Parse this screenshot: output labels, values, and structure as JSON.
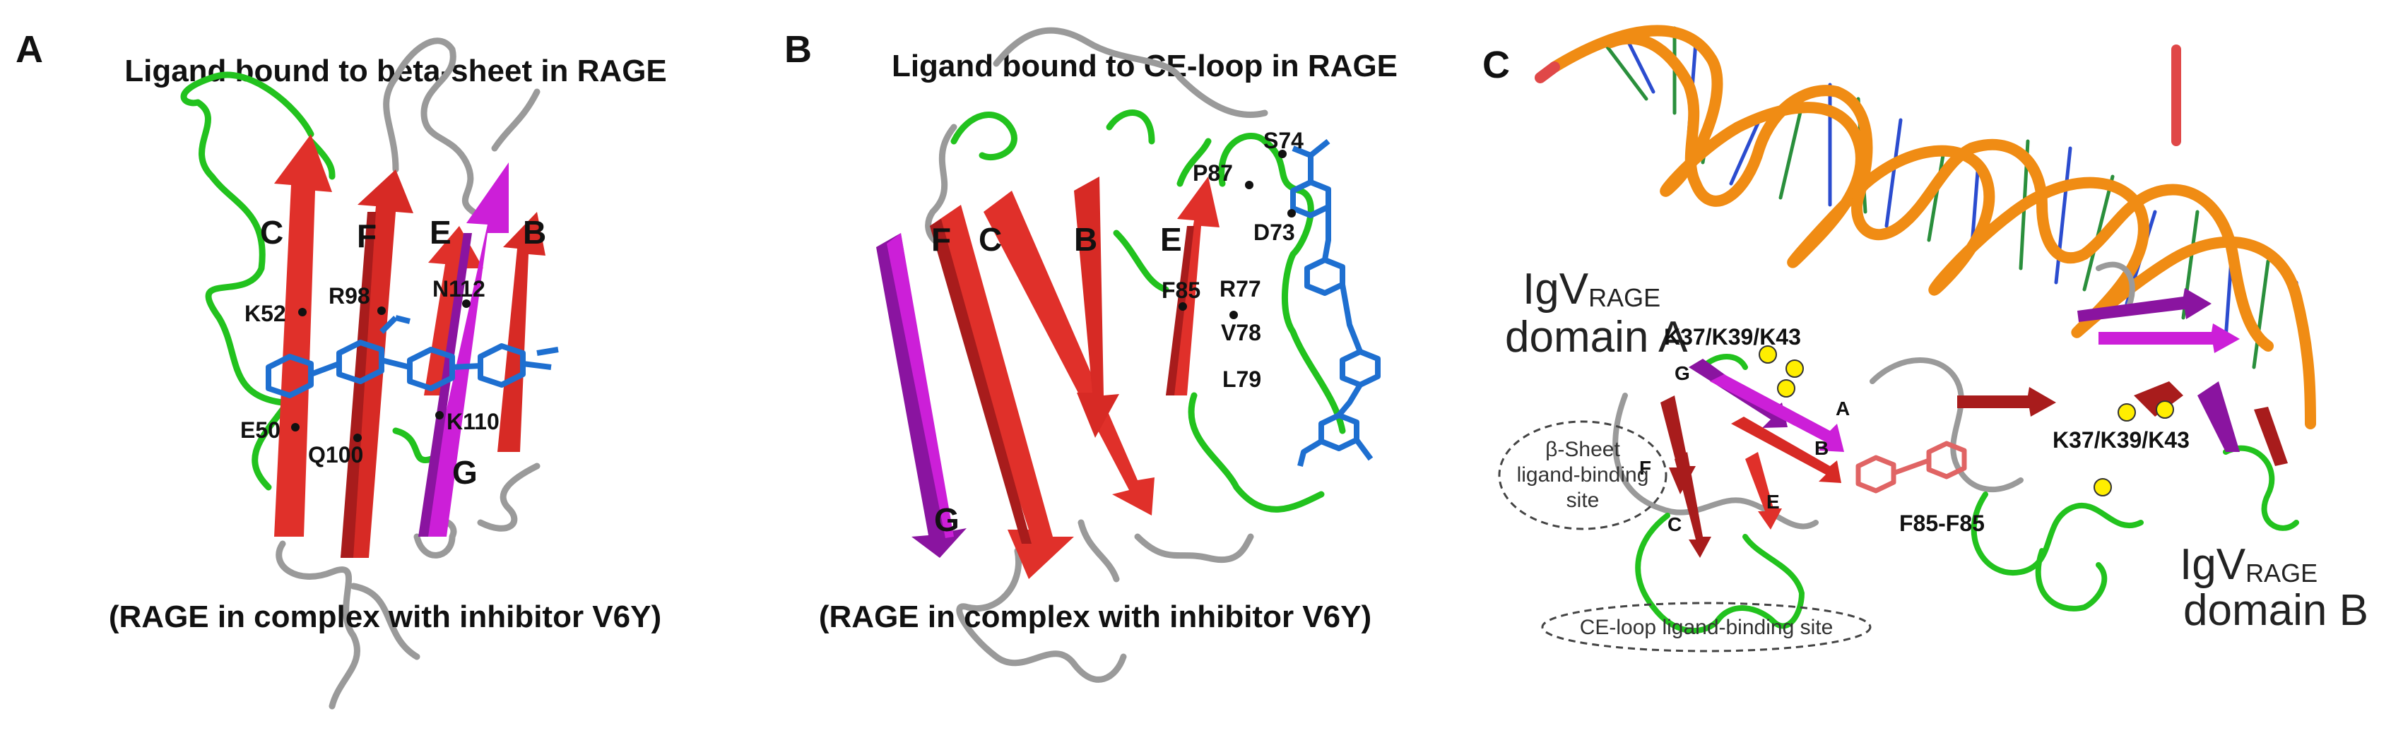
{
  "panels": {
    "a": {
      "label": "A",
      "title": "Ligand bound to beta-sheet in RAGE",
      "caption": "(RAGE in complex with inhibitor V6Y)",
      "strands": [
        "C",
        "F",
        "E",
        "B",
        "G"
      ],
      "residues": [
        "K52",
        "R98",
        "N112",
        "E50",
        "Q100",
        "K110"
      ]
    },
    "b": {
      "label": "B",
      "title": "Ligand bound to CE-loop in RAGE",
      "caption": "(RAGE in complex with inhibitor V6Y)",
      "strands": [
        "F",
        "C",
        "B",
        "E",
        "G"
      ],
      "residues": [
        "S74",
        "P87",
        "D73",
        "F85",
        "R77",
        "V78",
        "L79"
      ]
    },
    "c": {
      "label": "C",
      "domain_a": {
        "line1_main": "IgV",
        "line1_sub": "RAGE",
        "line2": "domain A"
      },
      "domain_b": {
        "line1_main": "IgV",
        "line1_sub": "RAGE",
        "line2": "domain B"
      },
      "lysines_a": "K37/K39/K43",
      "lysines_b": "K37/K39/K43",
      "strands": [
        "G",
        "A",
        "B",
        "F",
        "E",
        "C"
      ],
      "contact": "F85-F85",
      "beta_site": [
        "β-Sheet",
        "ligand-binding",
        "site"
      ],
      "ce_site": "CE-loop ligand-binding site"
    }
  },
  "colors": {
    "strand_red": "#e0302a",
    "strand_dark_red": "#a81c1c",
    "strand_magenta": "#cc1fd8",
    "strand_purple": "#8a14a0",
    "loop_green": "#22c21e",
    "coil_gray": "#9a9a9a",
    "ligand_blue": "#1e6fd0",
    "dna_orange": "#f08c14",
    "dot_yellow": "#ffee00"
  }
}
